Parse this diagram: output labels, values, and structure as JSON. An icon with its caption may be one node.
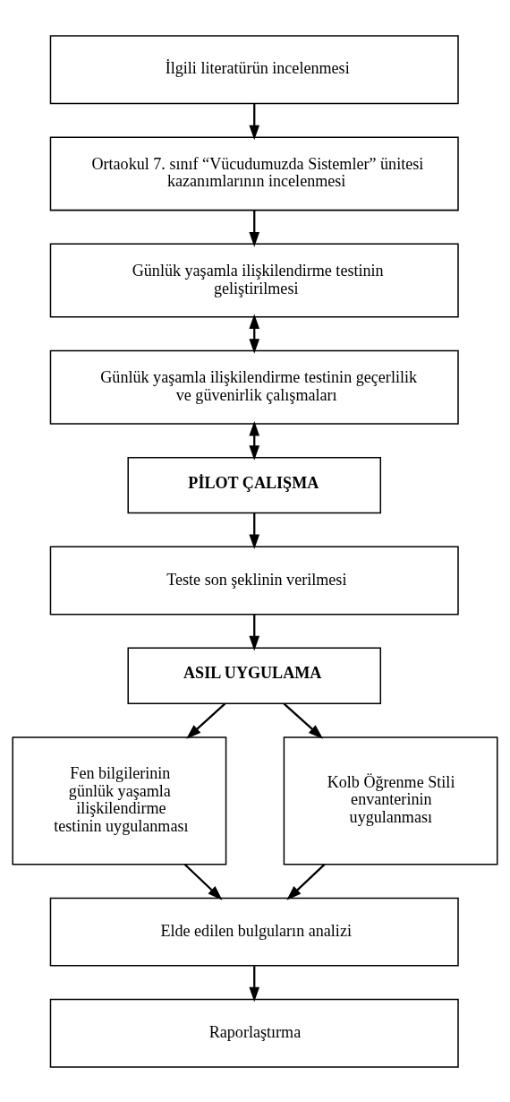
{
  "diagram": {
    "nodes": [
      {
        "text": [
          "İlgili literatürün incelenmesi"
        ]
      },
      {
        "text": [
          "Ortaokul 7. sınıf “Vücudumuzda Sistemler” ünitesi kazanımlarının incelenmesi"
        ]
      },
      {
        "text": [
          "Günlük yaşamla ilişkilendirme testinin geliştirilmesi"
        ]
      },
      {
        "text": [
          "Günlük yaşamla ilişkilendirme testinin geçerlilik ve güvenirlik çalışmaları"
        ]
      },
      {
        "text": [
          "PİLOT ÇALIŞMA"
        ]
      },
      {
        "text": [
          "Teste son şeklinin verilmesi"
        ]
      },
      {
        "text": [
          "ASIL UYGULAMA"
        ]
      },
      {
        "text": [
          "Fen bilgilerinin günlük yaşamla ilişkilendirme testinin uygulanması"
        ]
      },
      {
        "text": [
          "Kolb Öğrenme Stili envanterinin uygulanması"
        ]
      },
      {
        "text": [
          "Elde edilen bulguların analizi"
        ]
      },
      {
        "text": [
          "Raporlaştırma"
        ]
      }
    ],
    "edges": [
      {
        "from": 0,
        "to": 1,
        "arrow": "to"
      },
      {
        "from": 1,
        "to": 2,
        "arrow": "to"
      },
      {
        "from": 2,
        "to": 3,
        "arrow": "both"
      },
      {
        "from": 3,
        "to": 4,
        "arrow": "both"
      },
      {
        "from": 4,
        "to": 5,
        "arrow": "to"
      },
      {
        "from": 5,
        "to": 6,
        "arrow": "to"
      },
      {
        "from": 6,
        "to": 7,
        "arrow": "to"
      },
      {
        "from": 6,
        "to": 8,
        "arrow": "to"
      },
      {
        "from": 7,
        "to": 9,
        "arrow": "to"
      },
      {
        "from": 8,
        "to": 9,
        "arrow": "to"
      },
      {
        "from": 9,
        "to": 10,
        "arrow": "to"
      }
    ]
  }
}
